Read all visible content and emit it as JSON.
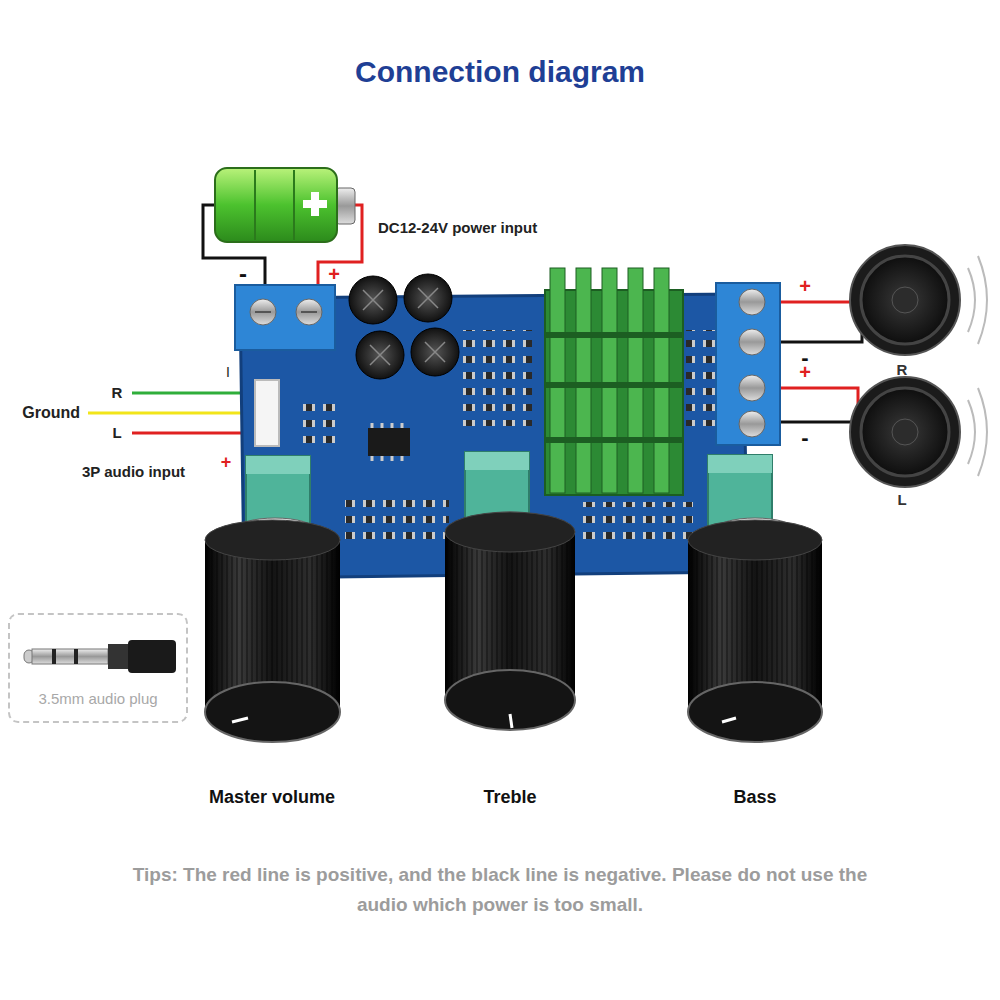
{
  "diagram": {
    "title": "Connection diagram",
    "caption": "Tips: The red line is positive, and the black line is negative. Please do not use the audio which power is too small.",
    "nodes": [
      {
        "text": [
          "3.5mm audio plug"
        ]
      }
    ],
    "labels": [
      "DC12-24V power input",
      "-",
      "+",
      "I",
      "R",
      "Ground",
      "L",
      "3P audio input",
      "+",
      "+",
      "-",
      "+",
      "-",
      "R",
      "L",
      "Master volume",
      "Treble",
      "Bass"
    ]
  }
}
